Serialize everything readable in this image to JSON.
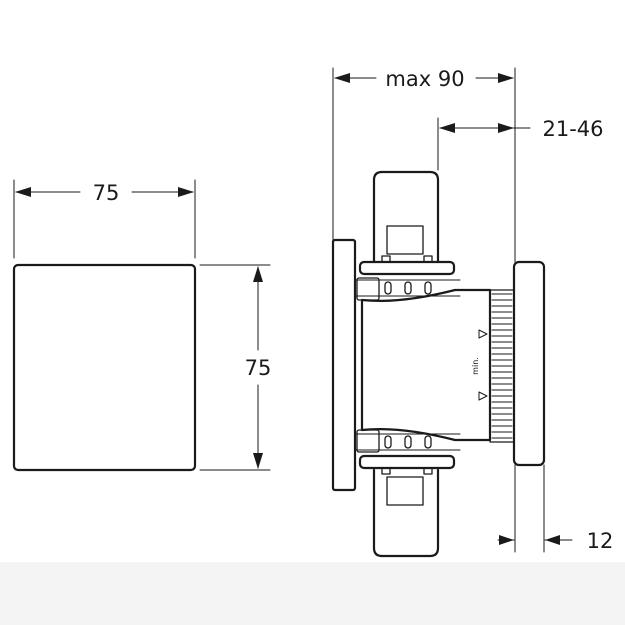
{
  "dimensions": {
    "front_width": "75",
    "front_height": "75",
    "max_depth": "max 90",
    "wall_range": "21-46",
    "cover_thickness": "12"
  },
  "markings": {
    "min_label": "min."
  },
  "colors": {
    "line": "#1a1a1a",
    "background": "#ffffff",
    "bottom_band": "#f4f4f4"
  }
}
